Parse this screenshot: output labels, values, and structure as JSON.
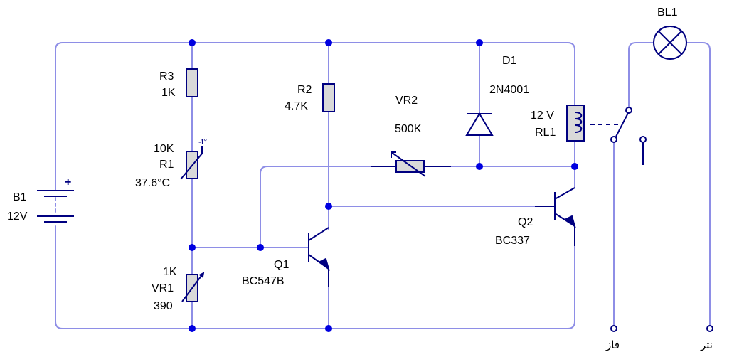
{
  "battery": {
    "ref": "B1",
    "value": "12V",
    "polarity": "+"
  },
  "r3": {
    "ref": "R3",
    "value": "1K"
  },
  "r1": {
    "value_top": "10K",
    "ref": "R1",
    "value_bottom": "37.6°C",
    "symbol": "-t°"
  },
  "vr1": {
    "value_top": "1K",
    "ref": "VR1",
    "value_bottom": "390"
  },
  "r2": {
    "ref": "R2",
    "value": "4.7K"
  },
  "vr2": {
    "ref": "VR2",
    "value": "500K"
  },
  "d1": {
    "ref": "D1",
    "value": "2N4001"
  },
  "relay": {
    "value": "12 V",
    "ref": "RL1"
  },
  "q1": {
    "ref": "Q1",
    "value": "BC547B"
  },
  "q2": {
    "ref": "Q2",
    "value": "BC337"
  },
  "lamp": {
    "ref": "BL1"
  },
  "mains": {
    "phase": "فاز",
    "neutral": "نتر"
  },
  "colors": {
    "wire": "#8e8ee6",
    "component": "#000080",
    "node": "#0000e0",
    "body_fill": "#d9d9d9"
  }
}
